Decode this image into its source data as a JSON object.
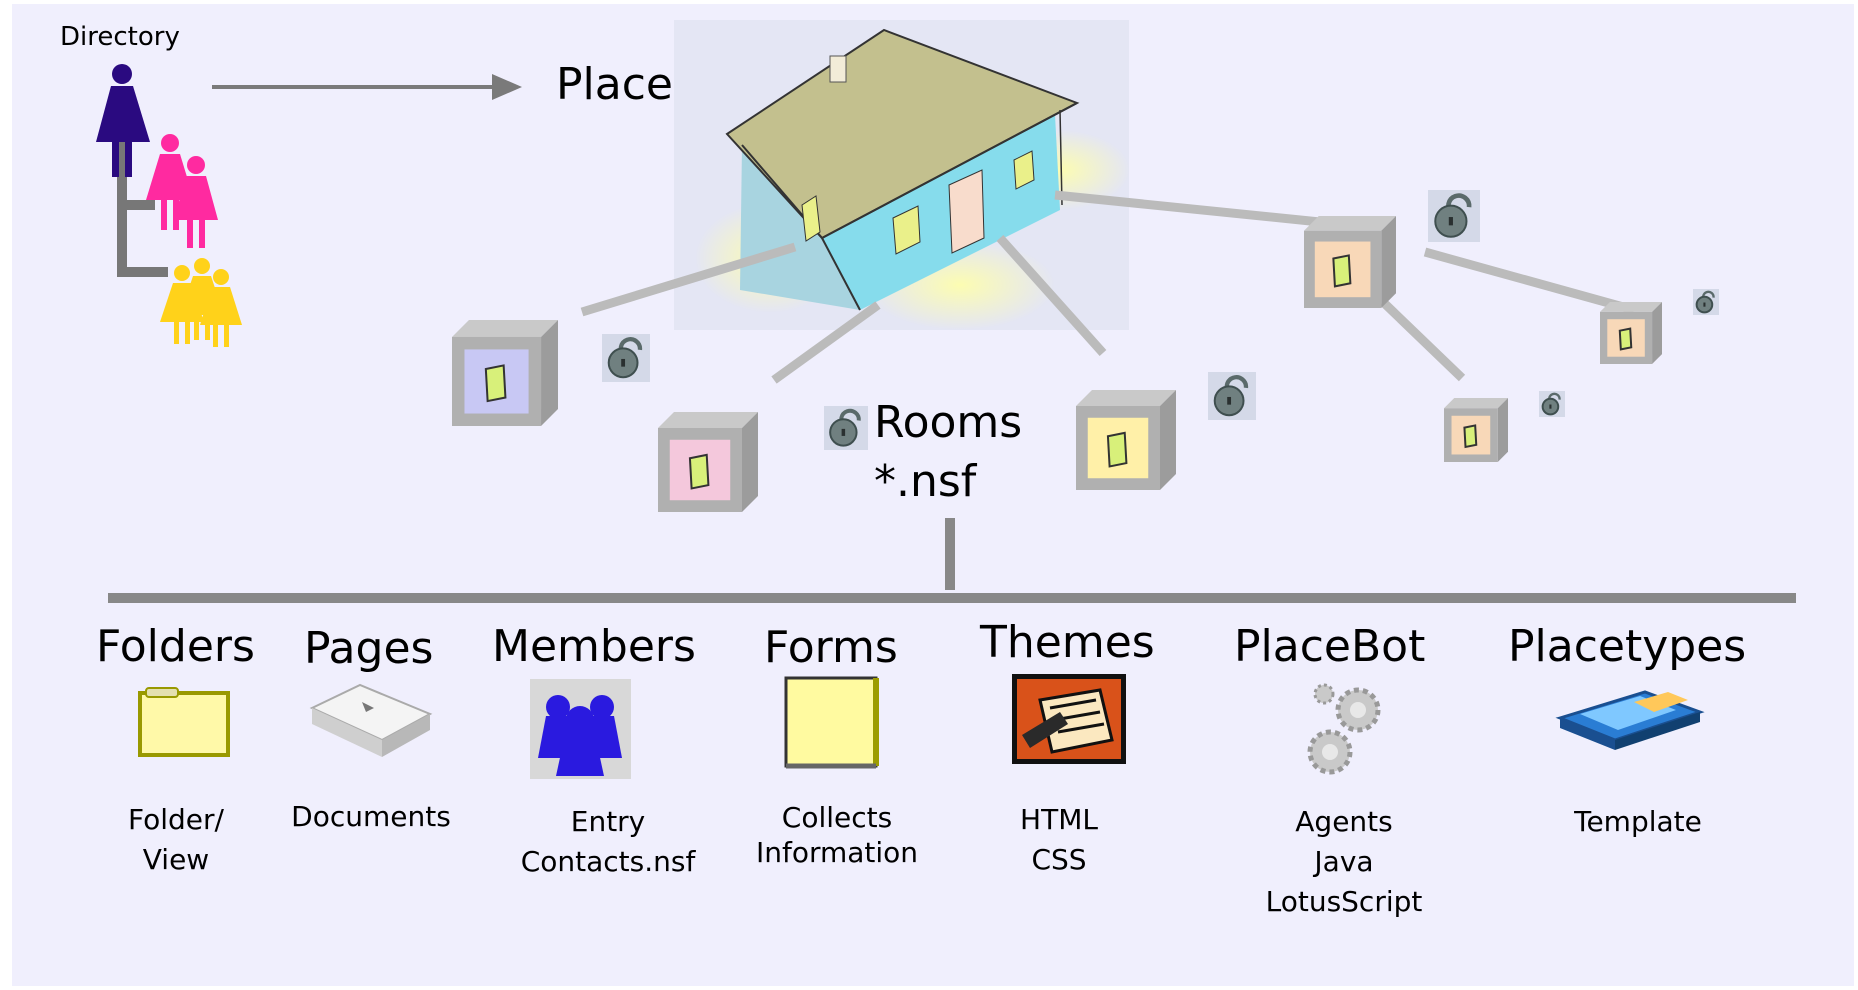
{
  "directory": {
    "label": "Directory"
  },
  "place": {
    "label": "Place"
  },
  "rooms": {
    "title": "Rooms",
    "subtitle": "*.nsf"
  },
  "components": [
    {
      "name": "Folders",
      "icon": "folder-icon",
      "desc": [
        "Folder/",
        "View"
      ]
    },
    {
      "name": "Pages",
      "icon": "document-stack-icon",
      "desc": [
        "Documents"
      ]
    },
    {
      "name": "Members",
      "icon": "members-icon",
      "desc": [
        "Entry",
        "Contacts.nsf"
      ]
    },
    {
      "name": "Forms",
      "icon": "form-icon",
      "desc": [
        "Collects",
        "Information"
      ]
    },
    {
      "name": "Themes",
      "icon": "theme-icon",
      "desc": [
        "HTML",
        "CSS"
      ]
    },
    {
      "name": "PlaceBot",
      "icon": "gears-icon",
      "desc": [
        "Agents",
        "Java",
        "LotusScript"
      ]
    },
    {
      "name": "Placetypes",
      "icon": "template-book-icon",
      "desc": [
        "Template"
      ]
    }
  ],
  "colors": {
    "background": "#f0effd",
    "connector": "#bbbbbb",
    "bus": "#888888",
    "person_purple": "#2a0a80",
    "person_pink": "#ff2aa0",
    "person_yellow": "#ffd21a"
  }
}
